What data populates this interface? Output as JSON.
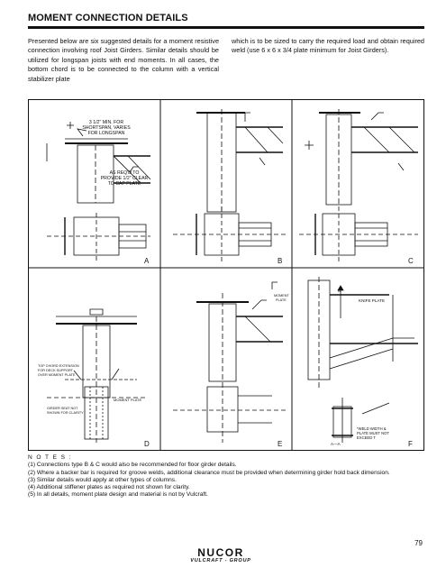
{
  "header": {
    "title": "MOMENT CONNECTION DETAILS"
  },
  "intro": {
    "left": "Presented below are six suggested details for a moment resistive connection involving roof Joist Girders. Similar details should be utilized for longspan joists with end moments. In all cases, the bottom chord is to be connected to the column with a vertical stabilizer plate",
    "right": "which is to be sized to carry the required load and obtain required weld (use 6 x 6 x 3/4 plate minimum for Joist Girders)."
  },
  "figure": {
    "labels": {
      "a": "A",
      "b": "B",
      "c": "C",
      "d": "D",
      "e": "E",
      "f": "F",
      "note_a1_l1": "3 1/2\" MIN. FOR",
      "note_a1_l2": "SHORTSPAN, VARIES",
      "note_a1_l3": "FOR LONGSPAN",
      "note_a2_l1": "AS REQ'D TO",
      "note_a2_l2": "PROVIDE 1/2\" CLEAR",
      "note_a2_l3": "TO CAP PLATE",
      "moment_plate_e_l1": "MOMENT",
      "moment_plate_e_l2": "PLATE",
      "knife_plate": "KNIFE PLATE",
      "section_a": "A",
      "top_chord_l1": "TOP CHORD EXTENSION",
      "top_chord_l2": "FOR DECK SUPPORT",
      "top_chord_l3": "OVER MOMENT PLATE",
      "girder_seat_l1": "GIRDER SEAT NOT",
      "girder_seat_l2": "SHOWN FOR CLARITY",
      "moment_plate_d": "MOMENT PLATE",
      "section_aa": "A—A",
      "weld_l1": "*WELD WIDTH &",
      "weld_l2": "PLATE MUST NOT",
      "weld_l3": "EXCEED T"
    }
  },
  "notes": {
    "title": "N O T E S :",
    "items": [
      "(1) Connections type B & C would also be recommended for floor girder details.",
      "(2) Where a backer bar is required for groove welds, additional clearance must be provided when determining girder hold back dimension.",
      "(3) Similar details would apply at other types of columns.",
      "(4) Additional stiffener plates as required not shown for clarity.",
      "(5) In all details, moment plate design and material is not by Vulcraft."
    ]
  },
  "page_number": "79",
  "logo": {
    "name": "NUCOR",
    "sub": "VULCRAFT - GROUP"
  }
}
